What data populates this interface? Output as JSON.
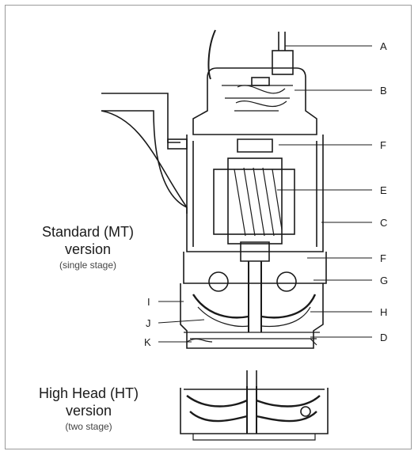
{
  "figure": {
    "standard": {
      "title_line1": "Standard (MT)",
      "title_line2": "version",
      "subtitle": "(single stage)"
    },
    "high_head": {
      "title_line1": "High Head (HT)",
      "title_line2": "version",
      "subtitle": "(two stage)"
    },
    "labels": [
      "A",
      "B",
      "F",
      "E",
      "C",
      "F",
      "G",
      "I",
      "H",
      "J",
      "D",
      "K"
    ],
    "colors": {
      "line": "#1a1a1a",
      "frame": "#9a9a9a"
    }
  }
}
